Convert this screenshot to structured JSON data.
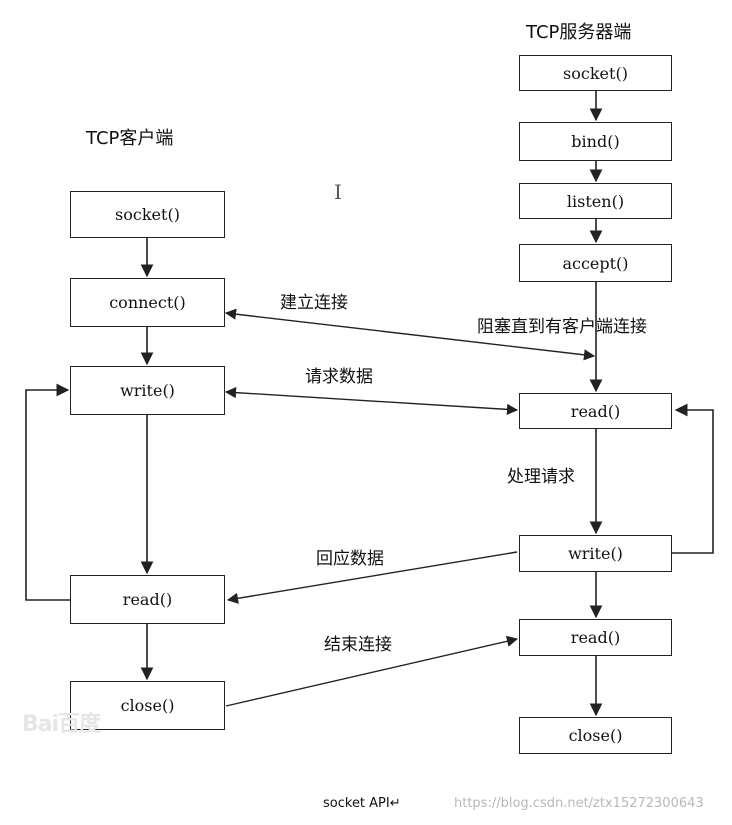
{
  "client": {
    "title": "TCP客户端",
    "boxes": {
      "socket": "socket()",
      "connect": "connect()",
      "write": "write()",
      "read": "read()",
      "close": "close()"
    }
  },
  "server": {
    "title": "TCP服务器端",
    "boxes": {
      "socket": "socket()",
      "bind": "bind()",
      "listen": "listen()",
      "accept": "accept()",
      "read1": "read()",
      "write": "write()",
      "read2": "read()",
      "close": "close()"
    },
    "blocking_note": "阻塞直到有客户端连接",
    "processing_note": "处理请求"
  },
  "links": {
    "connect": "建立连接",
    "request": "请求数据",
    "response": "回应数据",
    "close": "结束连接"
  },
  "caption": "socket API↵",
  "watermarks": {
    "baidu": "Bai百度",
    "url": "https://blog.csdn.net/ztx15272300643"
  },
  "colors": {
    "line": "#222222",
    "box_border": "#222222",
    "background": "#ffffff"
  }
}
